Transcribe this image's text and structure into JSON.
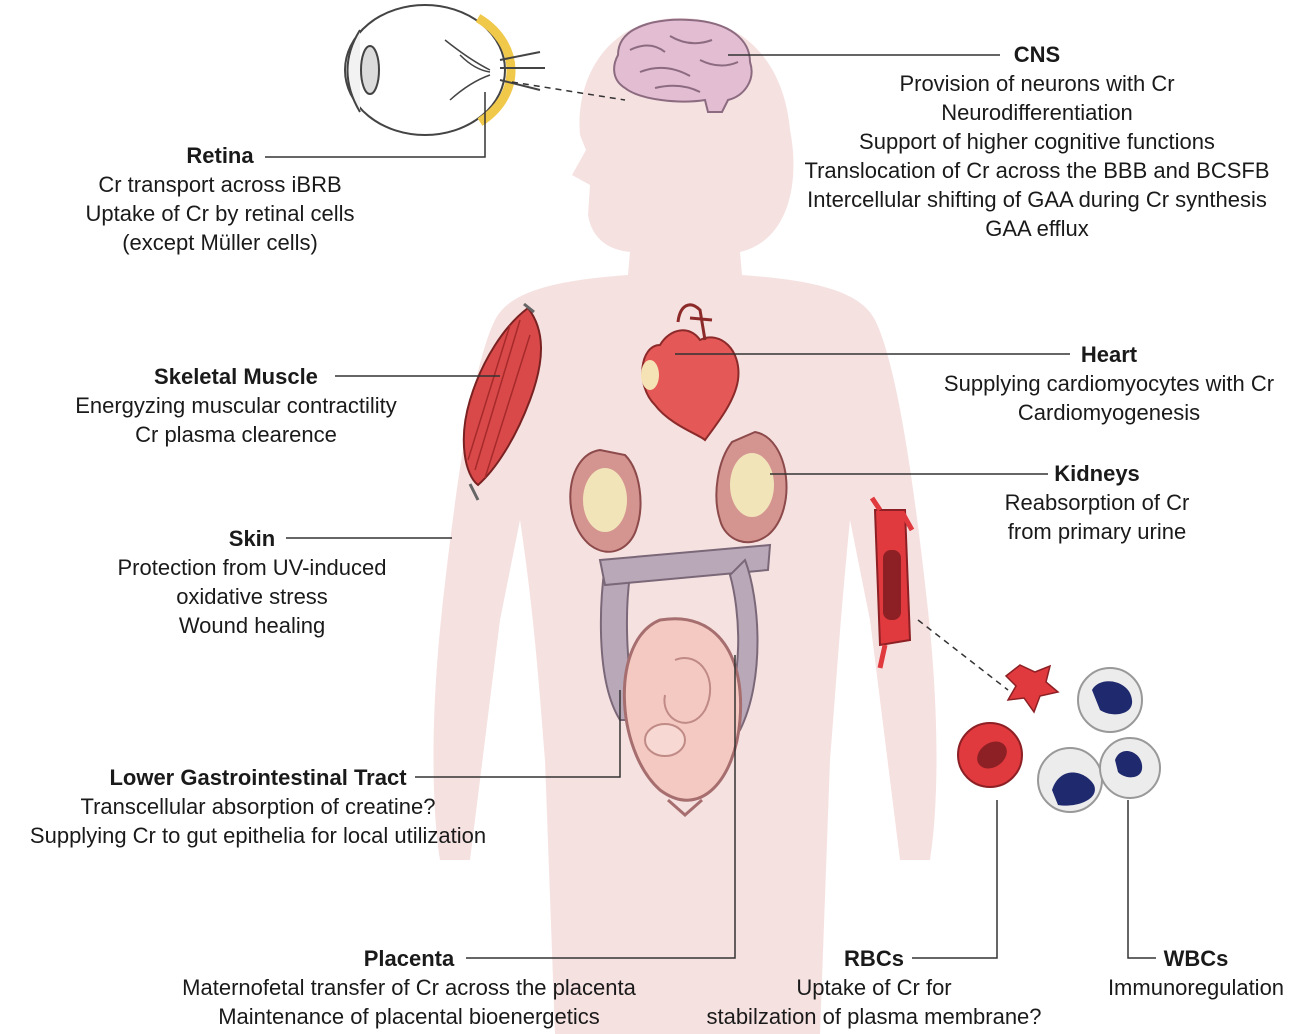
{
  "labels": {
    "cns": {
      "title": "CNS",
      "lines": [
        "Provision of neurons with Cr",
        "Neurodifferentiation",
        "Support of higher cognitive functions",
        "Translocation of Cr across the BBB and BCSFB",
        "Intercellular shifting of GAA during Cr synthesis",
        "GAA efflux"
      ]
    },
    "retina": {
      "title": "Retina",
      "lines": [
        "Cr transport across iBRB",
        "Uptake of Cr by retinal cells",
        "(except Müller cells)"
      ]
    },
    "skeletal_muscle": {
      "title": "Skeletal Muscle",
      "lines": [
        "Energyzing muscular contractility",
        "Cr plasma clearence"
      ]
    },
    "heart": {
      "title": "Heart",
      "lines": [
        "Supplying cardiomyocytes with Cr",
        "Cardiomyogenesis"
      ]
    },
    "kidneys": {
      "title": "Kidneys",
      "lines": [
        "Reabsorption of Cr",
        "from primary urine"
      ]
    },
    "skin": {
      "title": "Skin",
      "lines": [
        "Protection from UV-induced",
        "oxidative stress",
        "Wound healing"
      ]
    },
    "lower_gi": {
      "title": "Lower Gastrointestinal Tract",
      "lines": [
        "Transcellular absorption of creatine?",
        "Supplying Cr to gut epithelia for local utilization"
      ]
    },
    "placenta": {
      "title": "Placenta",
      "lines": [
        "Maternofetal transfer of Cr across the placenta",
        "Maintenance of placental bioenergetics"
      ]
    },
    "rbcs": {
      "title": "RBCs",
      "lines": [
        "Uptake of Cr for",
        "stabilzation of plasma membrane?"
      ]
    },
    "wbcs": {
      "title": "WBCs",
      "lines": [
        "Immunoregulation"
      ]
    }
  },
  "colors": {
    "body_silhouette": "#f6e1e1",
    "brain": "#e3bdd1",
    "muscle": "#d9494a",
    "heart": "#e55858",
    "kidney": "#d49490",
    "kidney_inner": "#f1e4b8",
    "intestine": "#b9a8b8",
    "fetus": "#f4c9c1",
    "rbc": "#e0393e",
    "wbc_nucleus": "#1f2a6e",
    "leader_line": "#333333"
  }
}
